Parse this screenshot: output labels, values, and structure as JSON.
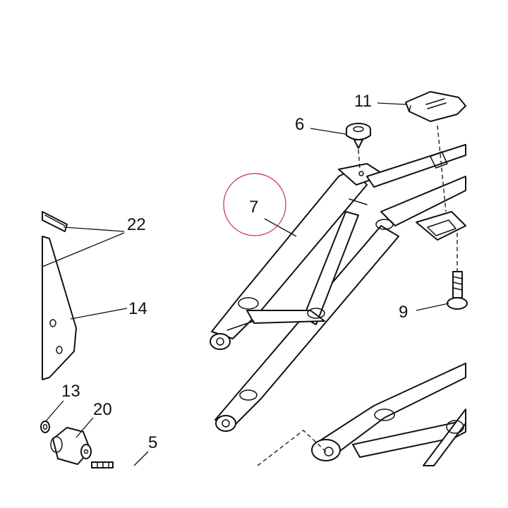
{
  "diagram": {
    "callouts": [
      {
        "id": "c11",
        "label": "11"
      },
      {
        "id": "c6",
        "label": "6"
      },
      {
        "id": "c7",
        "label": "7"
      },
      {
        "id": "c22",
        "label": "22"
      },
      {
        "id": "c14",
        "label": "14"
      },
      {
        "id": "c9",
        "label": "9"
      },
      {
        "id": "c13",
        "label": "13"
      },
      {
        "id": "c20",
        "label": "20"
      },
      {
        "id": "c5",
        "label": "5"
      }
    ],
    "highlighted_callout": "7",
    "colors": {
      "line": "#111111",
      "highlight": "#c0303a",
      "background": "#ffffff"
    }
  }
}
